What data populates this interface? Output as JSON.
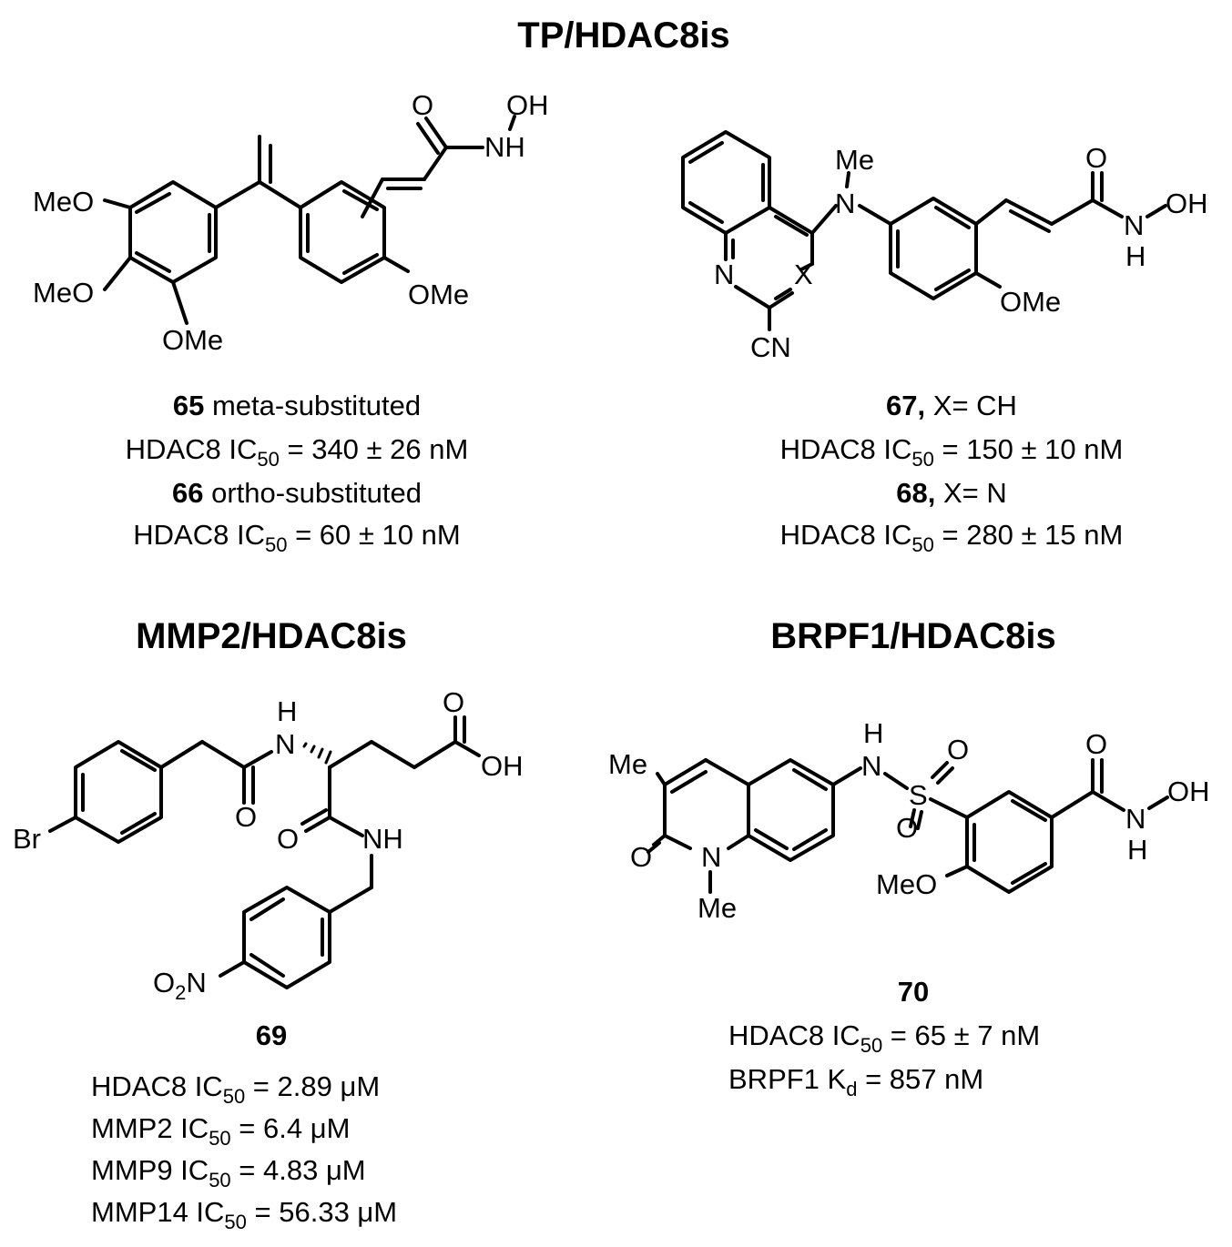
{
  "sections": {
    "tp": {
      "title": "TP/HDAC8is",
      "compound_a": {
        "id": "65",
        "desc": "meta-substituted",
        "assay_prefix": "HDAC8 IC",
        "assay_sub": "50",
        "assay_value": "= 340 ± 26 nM"
      },
      "compound_b": {
        "id": "66",
        "desc": "ortho-substituted",
        "assay_prefix": "HDAC8 IC",
        "assay_sub": "50",
        "assay_value": "= 60 ± 10 nM"
      },
      "compound_c": {
        "id": "67,",
        "desc": "X= CH",
        "assay_prefix": "HDAC8 IC",
        "assay_sub": "50",
        "assay_value": "= 150 ± 10 nM"
      },
      "compound_d": {
        "id": "68,",
        "desc": "X= N",
        "assay_prefix": "HDAC8 IC",
        "assay_sub": "50",
        "assay_value": "= 280 ± 15 nM"
      }
    },
    "mmp2": {
      "title": "MMP2/HDAC8is",
      "compound": {
        "id": "69",
        "assays": [
          {
            "prefix": "HDAC8 IC",
            "sub": "50",
            "value": "= 2.89  μM"
          },
          {
            "prefix": "MMP2 IC",
            "sub": "50",
            "value": "= 6.4 μM"
          },
          {
            "prefix": "MMP9 IC",
            "sub": "50",
            "value": "= 4.83 μM"
          },
          {
            "prefix": "MMP14 IC",
            "sub": "50",
            "value": "= 56.33 μM"
          }
        ]
      }
    },
    "brpf1": {
      "title": "BRPF1/HDAC8is",
      "compound": {
        "id": "70",
        "assays": [
          {
            "prefix": "HDAC8 IC",
            "sub": "50",
            "value": "= 65 ± 7 nM"
          },
          {
            "prefix": "BRPF1 K",
            "sub": "d",
            "value": "= 857 nM"
          }
        ]
      }
    }
  },
  "atoms": {
    "s65": {
      "o": "O",
      "oh": "OH",
      "nh": "NH",
      "meo1": "MeO",
      "meo2": "MeO",
      "ome_b": "OMe",
      "ome_r": "OMe"
    },
    "s67": {
      "me": "Me",
      "n": "N",
      "n_ring": "N",
      "x": "X",
      "cn": "CN",
      "ome": "OMe",
      "o": "O",
      "n_h": "N",
      "h": "H",
      "oh": "OH"
    },
    "s69": {
      "h": "H",
      "n": "N",
      "o_top": "O",
      "oh": "OH",
      "o_amide": "O",
      "o_amide2": "O",
      "nh": "NH",
      "br": "Br",
      "o2": "O",
      "o2_sub": "2",
      "no2_n": "N"
    },
    "s70": {
      "h": "H",
      "n": "N",
      "s": "S",
      "o1": "O",
      "o2": "O",
      "o_top": "O",
      "n_h": "N",
      "h2": "H",
      "oh": "OH",
      "me_top": "Me",
      "o_lac": "O",
      "n_ring": "N",
      "me_n": "Me",
      "meo": "MeO"
    }
  }
}
